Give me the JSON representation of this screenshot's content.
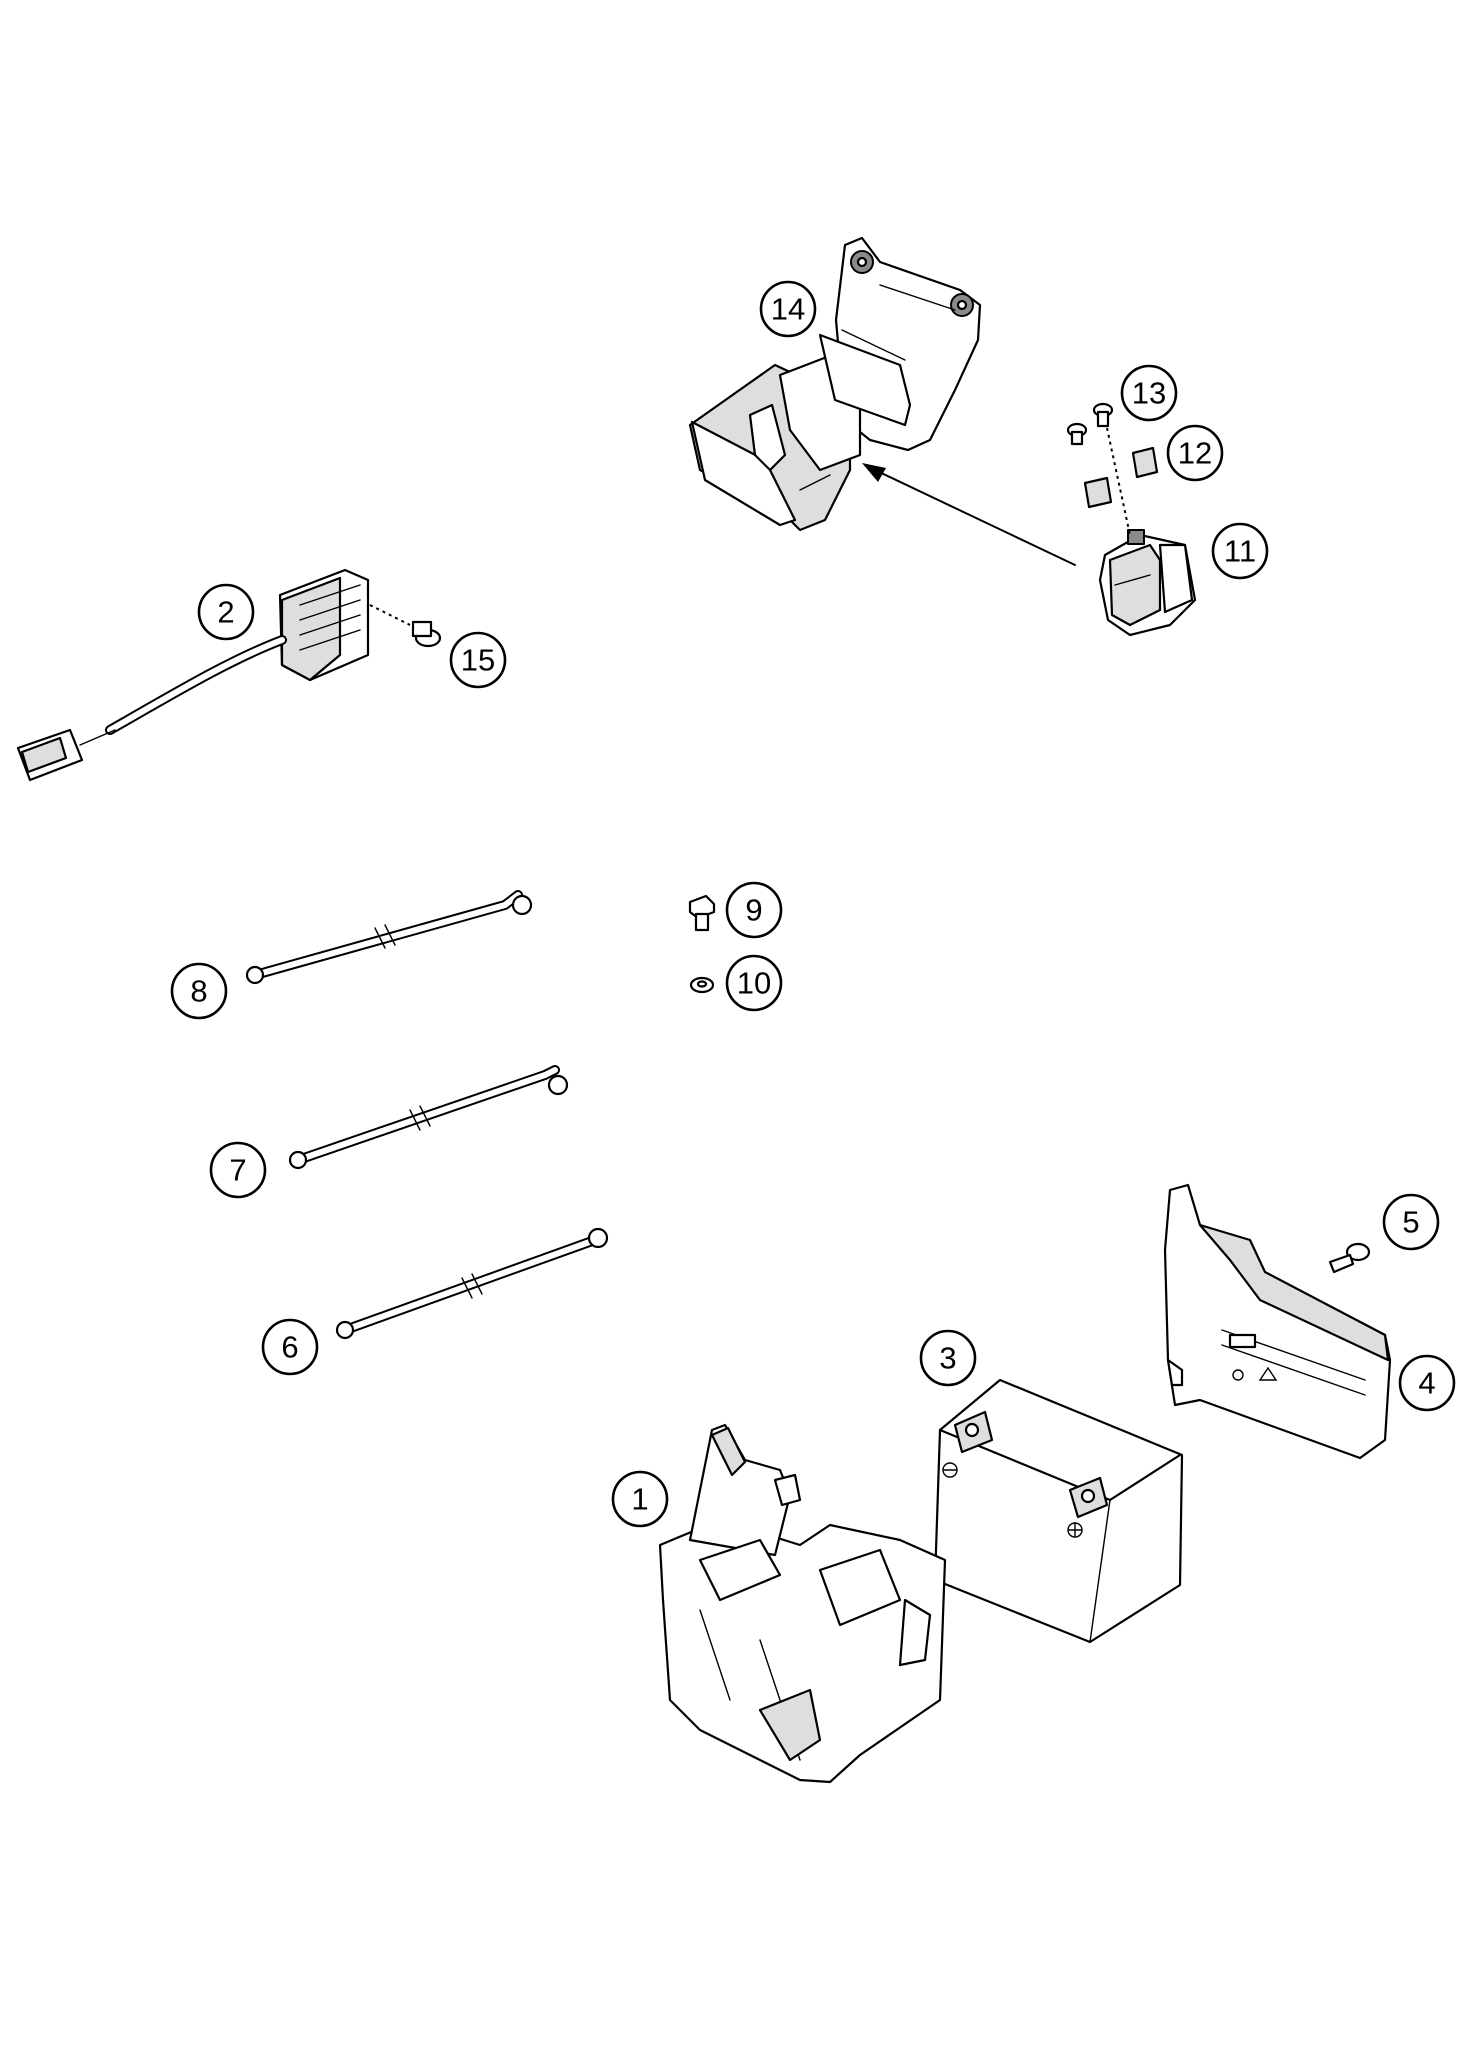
{
  "callouts": [
    {
      "id": "1",
      "label": "1"
    },
    {
      "id": "2",
      "label": "2"
    },
    {
      "id": "3",
      "label": "3"
    },
    {
      "id": "4",
      "label": "4"
    },
    {
      "id": "5",
      "label": "5"
    },
    {
      "id": "6",
      "label": "6"
    },
    {
      "id": "7",
      "label": "7"
    },
    {
      "id": "8",
      "label": "8"
    },
    {
      "id": "9",
      "label": "9"
    },
    {
      "id": "10",
      "label": "10"
    },
    {
      "id": "11",
      "label": "11"
    },
    {
      "id": "12",
      "label": "12"
    },
    {
      "id": "13",
      "label": "13"
    },
    {
      "id": "14",
      "label": "14"
    },
    {
      "id": "15",
      "label": "15"
    }
  ],
  "colors": {
    "line": "#000000",
    "background": "#ffffff",
    "part_shading": "#dedede"
  }
}
